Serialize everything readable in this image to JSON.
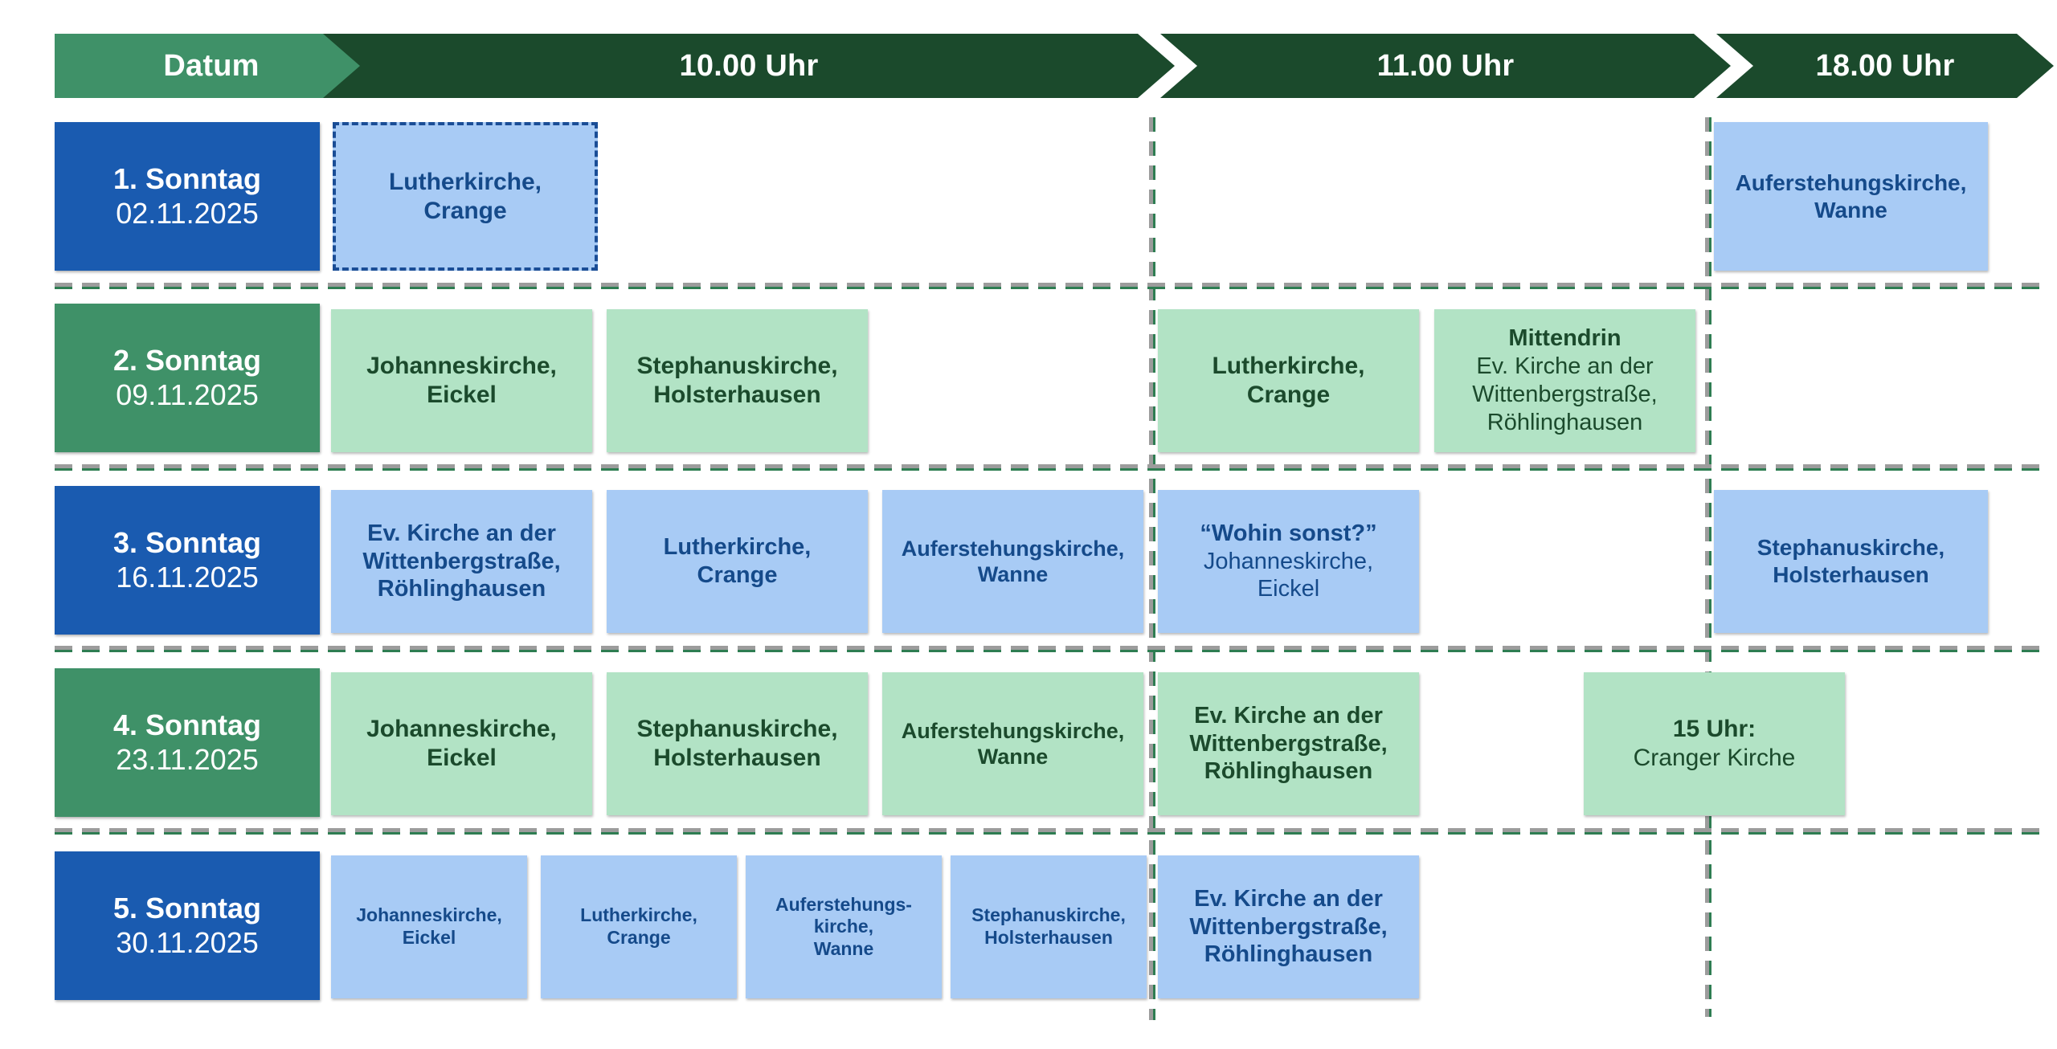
{
  "header": {
    "columns": [
      {
        "label": "Datum",
        "kind": "date-column"
      },
      {
        "label": "10.00 Uhr",
        "kind": "time-column"
      },
      {
        "label": "11.00 Uhr",
        "kind": "time-column"
      },
      {
        "label": "18.00 Uhr",
        "kind": "time-column"
      }
    ]
  },
  "colors": {
    "header_accent_green": "#3f9168",
    "header_dark_green": "#1b4a2c",
    "day_blue": "#1a5bb0",
    "day_green": "#3f9168",
    "card_blue_bg": "#a8cbf5",
    "card_blue_text": "#154a8a",
    "card_green_bg": "#b2e3c5",
    "card_green_text": "#1b4a2c",
    "dashed_outline": "#1a4d96",
    "separator_gray": "#9c9c9c",
    "separator_green": "#2e7d52"
  },
  "rows": [
    {
      "day": {
        "ordinal": "1. Sonntag",
        "date": "02.11.2025",
        "theme": "blue"
      },
      "cards": [
        {
          "id": "r1c1",
          "theme": "blue",
          "outline": "dashed",
          "lines": [
            {
              "text": "Lutherkirche,",
              "weight": "bold"
            },
            {
              "text": "Crange",
              "weight": "bold"
            }
          ]
        },
        {
          "id": "r1c2",
          "theme": "blue",
          "outline": "solid",
          "lines": [
            {
              "text": "Auferstehungskirche,",
              "weight": "bold"
            },
            {
              "text": "Wanne",
              "weight": "bold"
            }
          ]
        }
      ]
    },
    {
      "day": {
        "ordinal": "2. Sonntag",
        "date": "09.11.2025",
        "theme": "green"
      },
      "cards": [
        {
          "id": "r2c1",
          "theme": "green",
          "outline": "solid",
          "lines": [
            {
              "text": "Johanneskirche,",
              "weight": "bold"
            },
            {
              "text": "Eickel",
              "weight": "bold"
            }
          ]
        },
        {
          "id": "r2c2",
          "theme": "green",
          "outline": "solid",
          "lines": [
            {
              "text": "Stephanuskirche,",
              "weight": "bold"
            },
            {
              "text": "Holsterhausen",
              "weight": "bold"
            }
          ]
        },
        {
          "id": "r2c3",
          "theme": "green",
          "outline": "solid",
          "lines": [
            {
              "text": "Lutherkirche,",
              "weight": "bold"
            },
            {
              "text": "Crange",
              "weight": "bold"
            }
          ]
        },
        {
          "id": "r2c4",
          "theme": "green",
          "outline": "solid",
          "lines": [
            {
              "text": "Mittendrin",
              "weight": "bold"
            },
            {
              "text": "Ev. Kirche an der",
              "weight": "normal"
            },
            {
              "text": "Wittenbergstraße,",
              "weight": "normal"
            },
            {
              "text": "Röhlinghausen",
              "weight": "normal"
            }
          ]
        }
      ]
    },
    {
      "day": {
        "ordinal": "3. Sonntag",
        "date": "16.11.2025",
        "theme": "blue"
      },
      "cards": [
        {
          "id": "r3c1",
          "theme": "blue",
          "outline": "solid",
          "lines": [
            {
              "text": "Ev. Kirche an der",
              "weight": "bold"
            },
            {
              "text": "Wittenbergstraße,",
              "weight": "bold"
            },
            {
              "text": "Röhlinghausen",
              "weight": "bold"
            }
          ]
        },
        {
          "id": "r3c2",
          "theme": "blue",
          "outline": "solid",
          "lines": [
            {
              "text": "Lutherkirche,",
              "weight": "bold"
            },
            {
              "text": "Crange",
              "weight": "bold"
            }
          ]
        },
        {
          "id": "r3c3",
          "theme": "blue",
          "outline": "solid",
          "lines": [
            {
              "text": "Auferstehungskirche,",
              "weight": "bold"
            },
            {
              "text": "Wanne",
              "weight": "bold"
            }
          ]
        },
        {
          "id": "r3c4",
          "theme": "blue",
          "outline": "solid",
          "lines": [
            {
              "text": "“Wohin sonst?”",
              "weight": "bold"
            },
            {
              "text": "Johanneskirche,",
              "weight": "normal"
            },
            {
              "text": "Eickel",
              "weight": "normal"
            }
          ]
        },
        {
          "id": "r3c5",
          "theme": "blue",
          "outline": "solid",
          "lines": [
            {
              "text": "Stephanuskirche,",
              "weight": "bold"
            },
            {
              "text": "Holsterhausen",
              "weight": "bold"
            }
          ]
        }
      ]
    },
    {
      "day": {
        "ordinal": "4. Sonntag",
        "date": "23.11.2025",
        "theme": "green"
      },
      "cards": [
        {
          "id": "r4c1",
          "theme": "green",
          "outline": "solid",
          "lines": [
            {
              "text": "Johanneskirche,",
              "weight": "bold"
            },
            {
              "text": "Eickel",
              "weight": "bold"
            }
          ]
        },
        {
          "id": "r4c2",
          "theme": "green",
          "outline": "solid",
          "lines": [
            {
              "text": "Stephanuskirche,",
              "weight": "bold"
            },
            {
              "text": "Holsterhausen",
              "weight": "bold"
            }
          ]
        },
        {
          "id": "r4c3",
          "theme": "green",
          "outline": "solid",
          "lines": [
            {
              "text": "Auferstehungskirche,",
              "weight": "bold"
            },
            {
              "text": "Wanne",
              "weight": "bold"
            }
          ]
        },
        {
          "id": "r4c4",
          "theme": "green",
          "outline": "solid",
          "lines": [
            {
              "text": "Ev. Kirche an der",
              "weight": "bold"
            },
            {
              "text": "Wittenbergstraße,",
              "weight": "bold"
            },
            {
              "text": "Röhlinghausen",
              "weight": "bold"
            }
          ]
        },
        {
          "id": "r4c5",
          "theme": "green",
          "outline": "solid",
          "lines": [
            {
              "text": "15 Uhr:",
              "weight": "bold"
            },
            {
              "text": "Cranger Kirche",
              "weight": "normal"
            }
          ]
        }
      ]
    },
    {
      "day": {
        "ordinal": "5. Sonntag",
        "date": "30.11.2025",
        "theme": "blue"
      },
      "cards": [
        {
          "id": "r5c1",
          "theme": "blue",
          "outline": "solid",
          "lines": [
            {
              "text": "Johanneskirche,",
              "weight": "bold"
            },
            {
              "text": "Eickel",
              "weight": "bold"
            }
          ]
        },
        {
          "id": "r5c2",
          "theme": "blue",
          "outline": "solid",
          "lines": [
            {
              "text": "Lutherkirche,",
              "weight": "bold"
            },
            {
              "text": "Crange",
              "weight": "bold"
            }
          ]
        },
        {
          "id": "r5c3",
          "theme": "blue",
          "outline": "solid",
          "lines": [
            {
              "text": "Auferstehungs-",
              "weight": "bold"
            },
            {
              "text": "kirche,",
              "weight": "bold"
            },
            {
              "text": "Wanne",
              "weight": "bold"
            }
          ]
        },
        {
          "id": "r5c4",
          "theme": "blue",
          "outline": "solid",
          "lines": [
            {
              "text": "Stephanuskirche,",
              "weight": "bold"
            },
            {
              "text": "Holsterhausen",
              "weight": "bold"
            }
          ]
        },
        {
          "id": "r5c5",
          "theme": "blue",
          "outline": "solid",
          "lines": [
            {
              "text": "Ev. Kirche an der",
              "weight": "bold"
            },
            {
              "text": "Wittenbergstraße,",
              "weight": "bold"
            },
            {
              "text": "Röhlinghausen",
              "weight": "bold"
            }
          ]
        }
      ]
    }
  ]
}
